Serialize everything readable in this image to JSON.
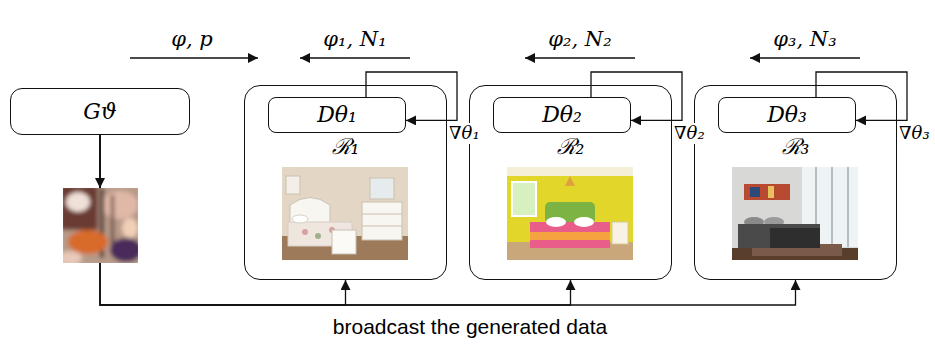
{
  "diagram": {
    "nodes": [
      {
        "text": [
          "Gϑ"
        ]
      },
      {
        "text": [
          "ℛ₁"
        ]
      },
      {
        "text": [
          "Dθ₁"
        ],
        "in": 1
      },
      {
        "text": [
          "ℛ₂"
        ]
      },
      {
        "text": [
          "Dθ₂"
        ],
        "in": 3
      },
      {
        "text": [
          "ℛ₃"
        ]
      },
      {
        "text": [
          "Dθ₃"
        ],
        "in": 5
      }
    ],
    "edges": [
      {
        "from": 0,
        "to": 1,
        "arrow": "to"
      },
      {
        "from": 0,
        "to": 3,
        "arrow": "to"
      },
      {
        "from": 0,
        "to": 5,
        "arrow": "to"
      },
      {
        "from": 2,
        "to": 2,
        "arrow": "to",
        "label": "∇θ₁"
      },
      {
        "from": 4,
        "to": 4,
        "arrow": "to",
        "label": "∇θ₂"
      },
      {
        "from": 6,
        "to": 6,
        "arrow": "to",
        "label": "∇θ₃"
      }
    ],
    "labels": [
      "φ, p",
      "φ₁, N₁",
      "φ₂, N₂",
      "φ₃, N₃",
      "broadcast the generated data"
    ]
  }
}
